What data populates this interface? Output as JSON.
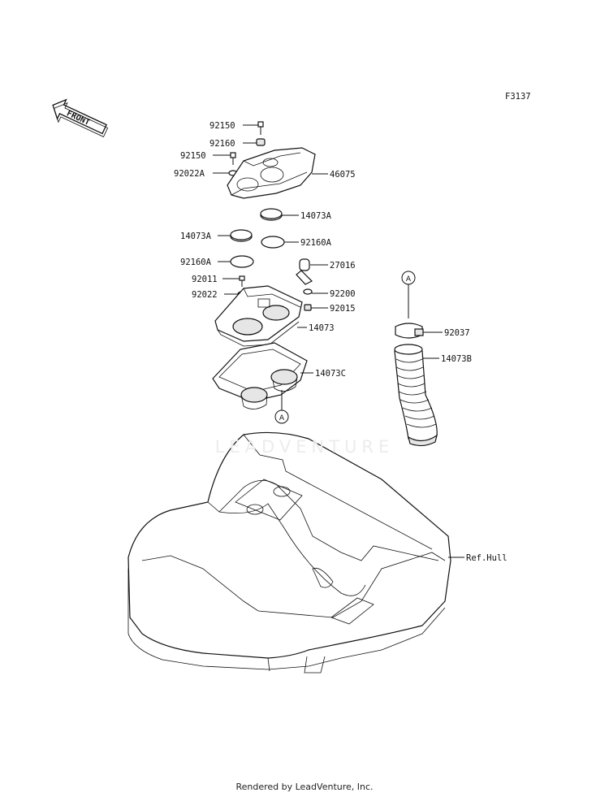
{
  "figure_code": "F3137",
  "front_label": "FRONT",
  "watermark": "LEADVENTURE",
  "footer": "Rendered by LeadVenture, Inc.",
  "ref_marker": "A",
  "parts": [
    {
      "id": "p92150a",
      "number": "92150"
    },
    {
      "id": "p92160",
      "number": "92160"
    },
    {
      "id": "p92150b",
      "number": "92150"
    },
    {
      "id": "p92022a",
      "number": "92022A"
    },
    {
      "id": "p46075",
      "number": "46075"
    },
    {
      "id": "p14073a_r",
      "number": "14073A"
    },
    {
      "id": "p14073a_l",
      "number": "14073A"
    },
    {
      "id": "p92160a_r",
      "number": "92160A"
    },
    {
      "id": "p92160a_l",
      "number": "92160A"
    },
    {
      "id": "p27016",
      "number": "27016"
    },
    {
      "id": "p92011",
      "number": "92011"
    },
    {
      "id": "p92200",
      "number": "92200"
    },
    {
      "id": "p92022",
      "number": "92022"
    },
    {
      "id": "p92015",
      "number": "92015"
    },
    {
      "id": "p14073",
      "number": "14073"
    },
    {
      "id": "p92037",
      "number": "92037"
    },
    {
      "id": "p14073b",
      "number": "14073B"
    },
    {
      "id": "p14073c",
      "number": "14073C"
    },
    {
      "id": "pRefHull",
      "number": "Ref.Hull"
    }
  ]
}
